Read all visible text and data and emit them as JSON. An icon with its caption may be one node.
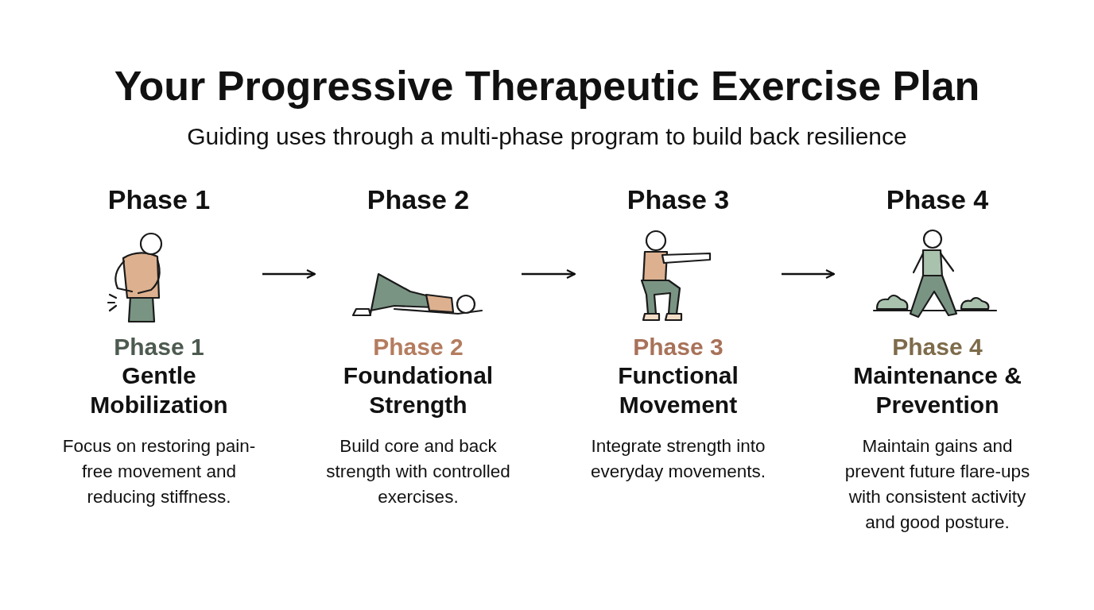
{
  "diagram": {
    "title": "Your Progressive Therapeutic Exercise Plan",
    "caption": "Guiding uses through a multi-phase program to build back resilience",
    "nodes": [
      {
        "text": [
          "Phase 1",
          "Phase 1",
          "Gentle Mobilization",
          "Focus on restoring pain-free movement and reducing stiffness."
        ]
      },
      {
        "text": [
          "Phase 2",
          "Phase 2",
          "Foundational Strength",
          "Build core and back strength with controlled exercises."
        ]
      },
      {
        "text": [
          "Phase 3",
          "Phase 3",
          "Functional Movement",
          "Integrate strength into everyday movements."
        ]
      },
      {
        "text": [
          "Phase 4",
          "Phase 4",
          "Maintenance & Prevention",
          "Maintain gains and prevent future flare-ups with consistent activity and good posture."
        ]
      }
    ],
    "edges": [
      {
        "from": 0,
        "to": 1,
        "arrow": "to"
      },
      {
        "from": 1,
        "to": 2,
        "arrow": "to"
      },
      {
        "from": 2,
        "to": 3,
        "arrow": "to"
      }
    ]
  }
}
